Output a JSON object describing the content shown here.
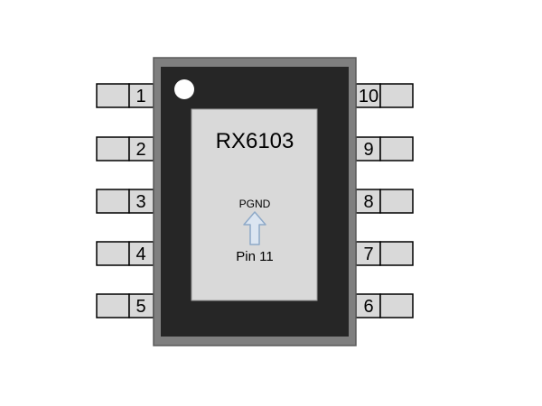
{
  "chip": {
    "part_number": "RX6103",
    "pad_label": "PGND",
    "pad_pin": "Pin 11"
  },
  "pins": {
    "left": [
      "1",
      "2",
      "3",
      "4",
      "5"
    ],
    "right": [
      "10",
      "9",
      "8",
      "7",
      "6"
    ]
  },
  "colors": {
    "body_outer": "#7f7f7f",
    "body_inner": "#262626",
    "thermal_pad": "#d9d9d9",
    "pin_fill": "#d9d9d9",
    "pin1_dot": "#ffffff",
    "arrow_fill": "#dbe5f1",
    "arrow_stroke": "#8ea9c8"
  },
  "icons": {
    "pin1_marker": "pin1-dot-icon",
    "pad_arrow": "up-arrow-icon"
  }
}
